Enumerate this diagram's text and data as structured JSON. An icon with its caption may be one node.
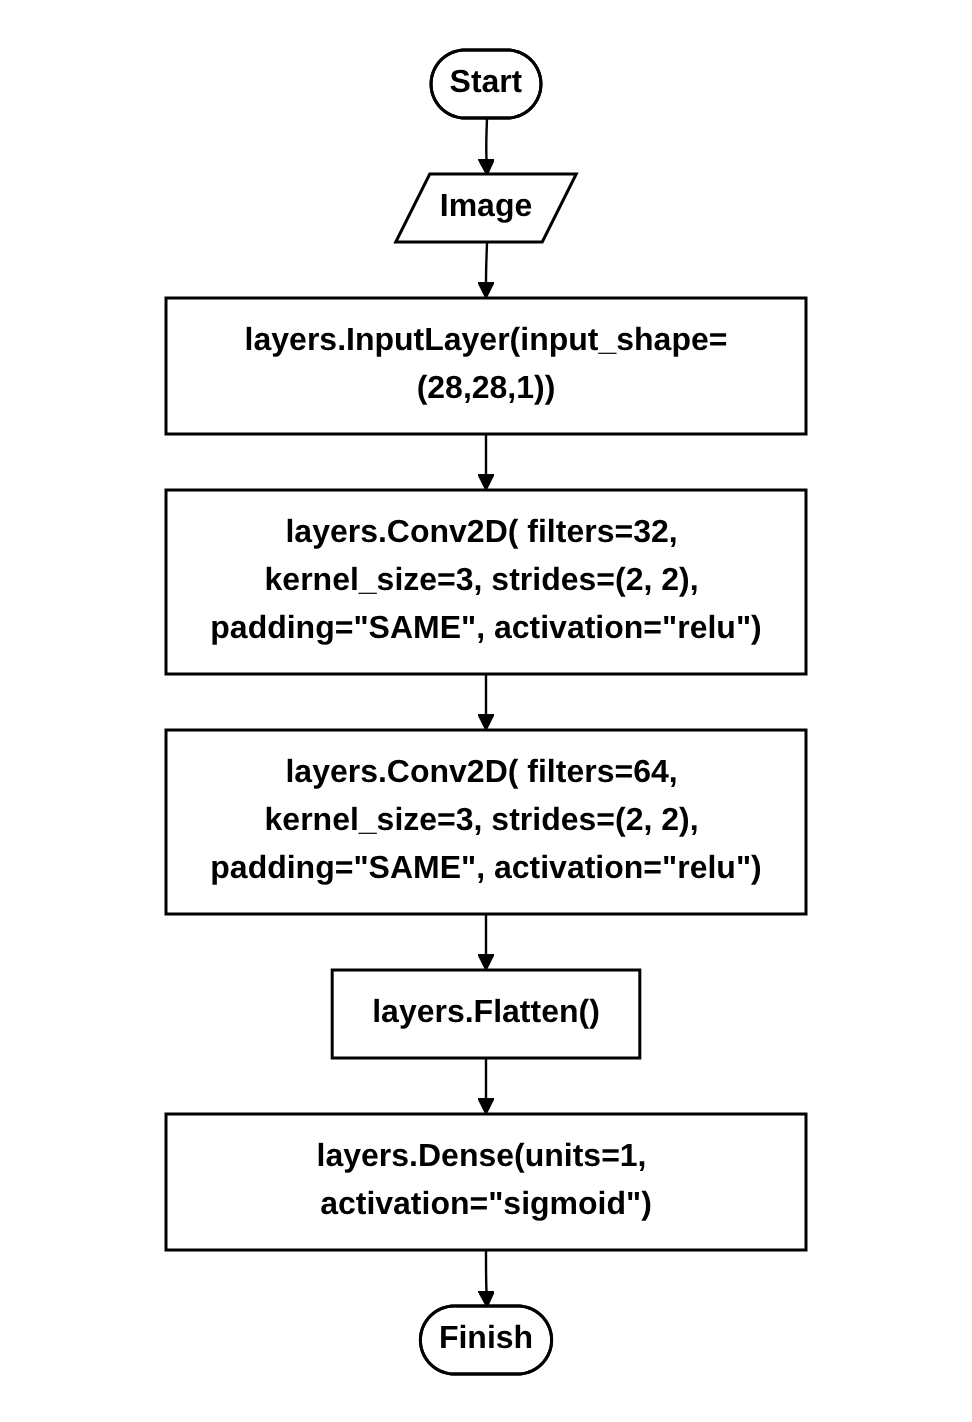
{
  "diagram": {
    "nodes": [
      {
        "text": [
          "Start"
        ]
      },
      {
        "text": [
          "Image"
        ]
      },
      {
        "text": [
          "layers.InputLayer(input_shape=(28,28,1))"
        ]
      },
      {
        "text": [
          "layers.Conv2D( filters=32, kernel_size=3, strides=(2, 2), padding=\"SAME\", activation=\"relu\")"
        ]
      },
      {
        "text": [
          "layers.Conv2D( filters=64, kernel_size=3, strides=(2, 2), padding=\"SAME\", activation=\"relu\")"
        ]
      },
      {
        "text": [
          "layers.Flatten()"
        ]
      },
      {
        "text": [
          "layers.Dense(units=1, activation=\"sigmoid\")"
        ]
      },
      {
        "text": [
          "Finish"
        ]
      }
    ],
    "edges": [
      {
        "from": 0,
        "to": 1,
        "arrow": "to"
      },
      {
        "from": 1,
        "to": 2,
        "arrow": "to"
      },
      {
        "from": 2,
        "to": 3,
        "arrow": "to"
      },
      {
        "from": 3,
        "to": 4,
        "arrow": "to"
      },
      {
        "from": 4,
        "to": 5,
        "arrow": "to"
      },
      {
        "from": 5,
        "to": 6,
        "arrow": "to"
      },
      {
        "from": 6,
        "to": 7,
        "arrow": "to"
      }
    ]
  }
}
